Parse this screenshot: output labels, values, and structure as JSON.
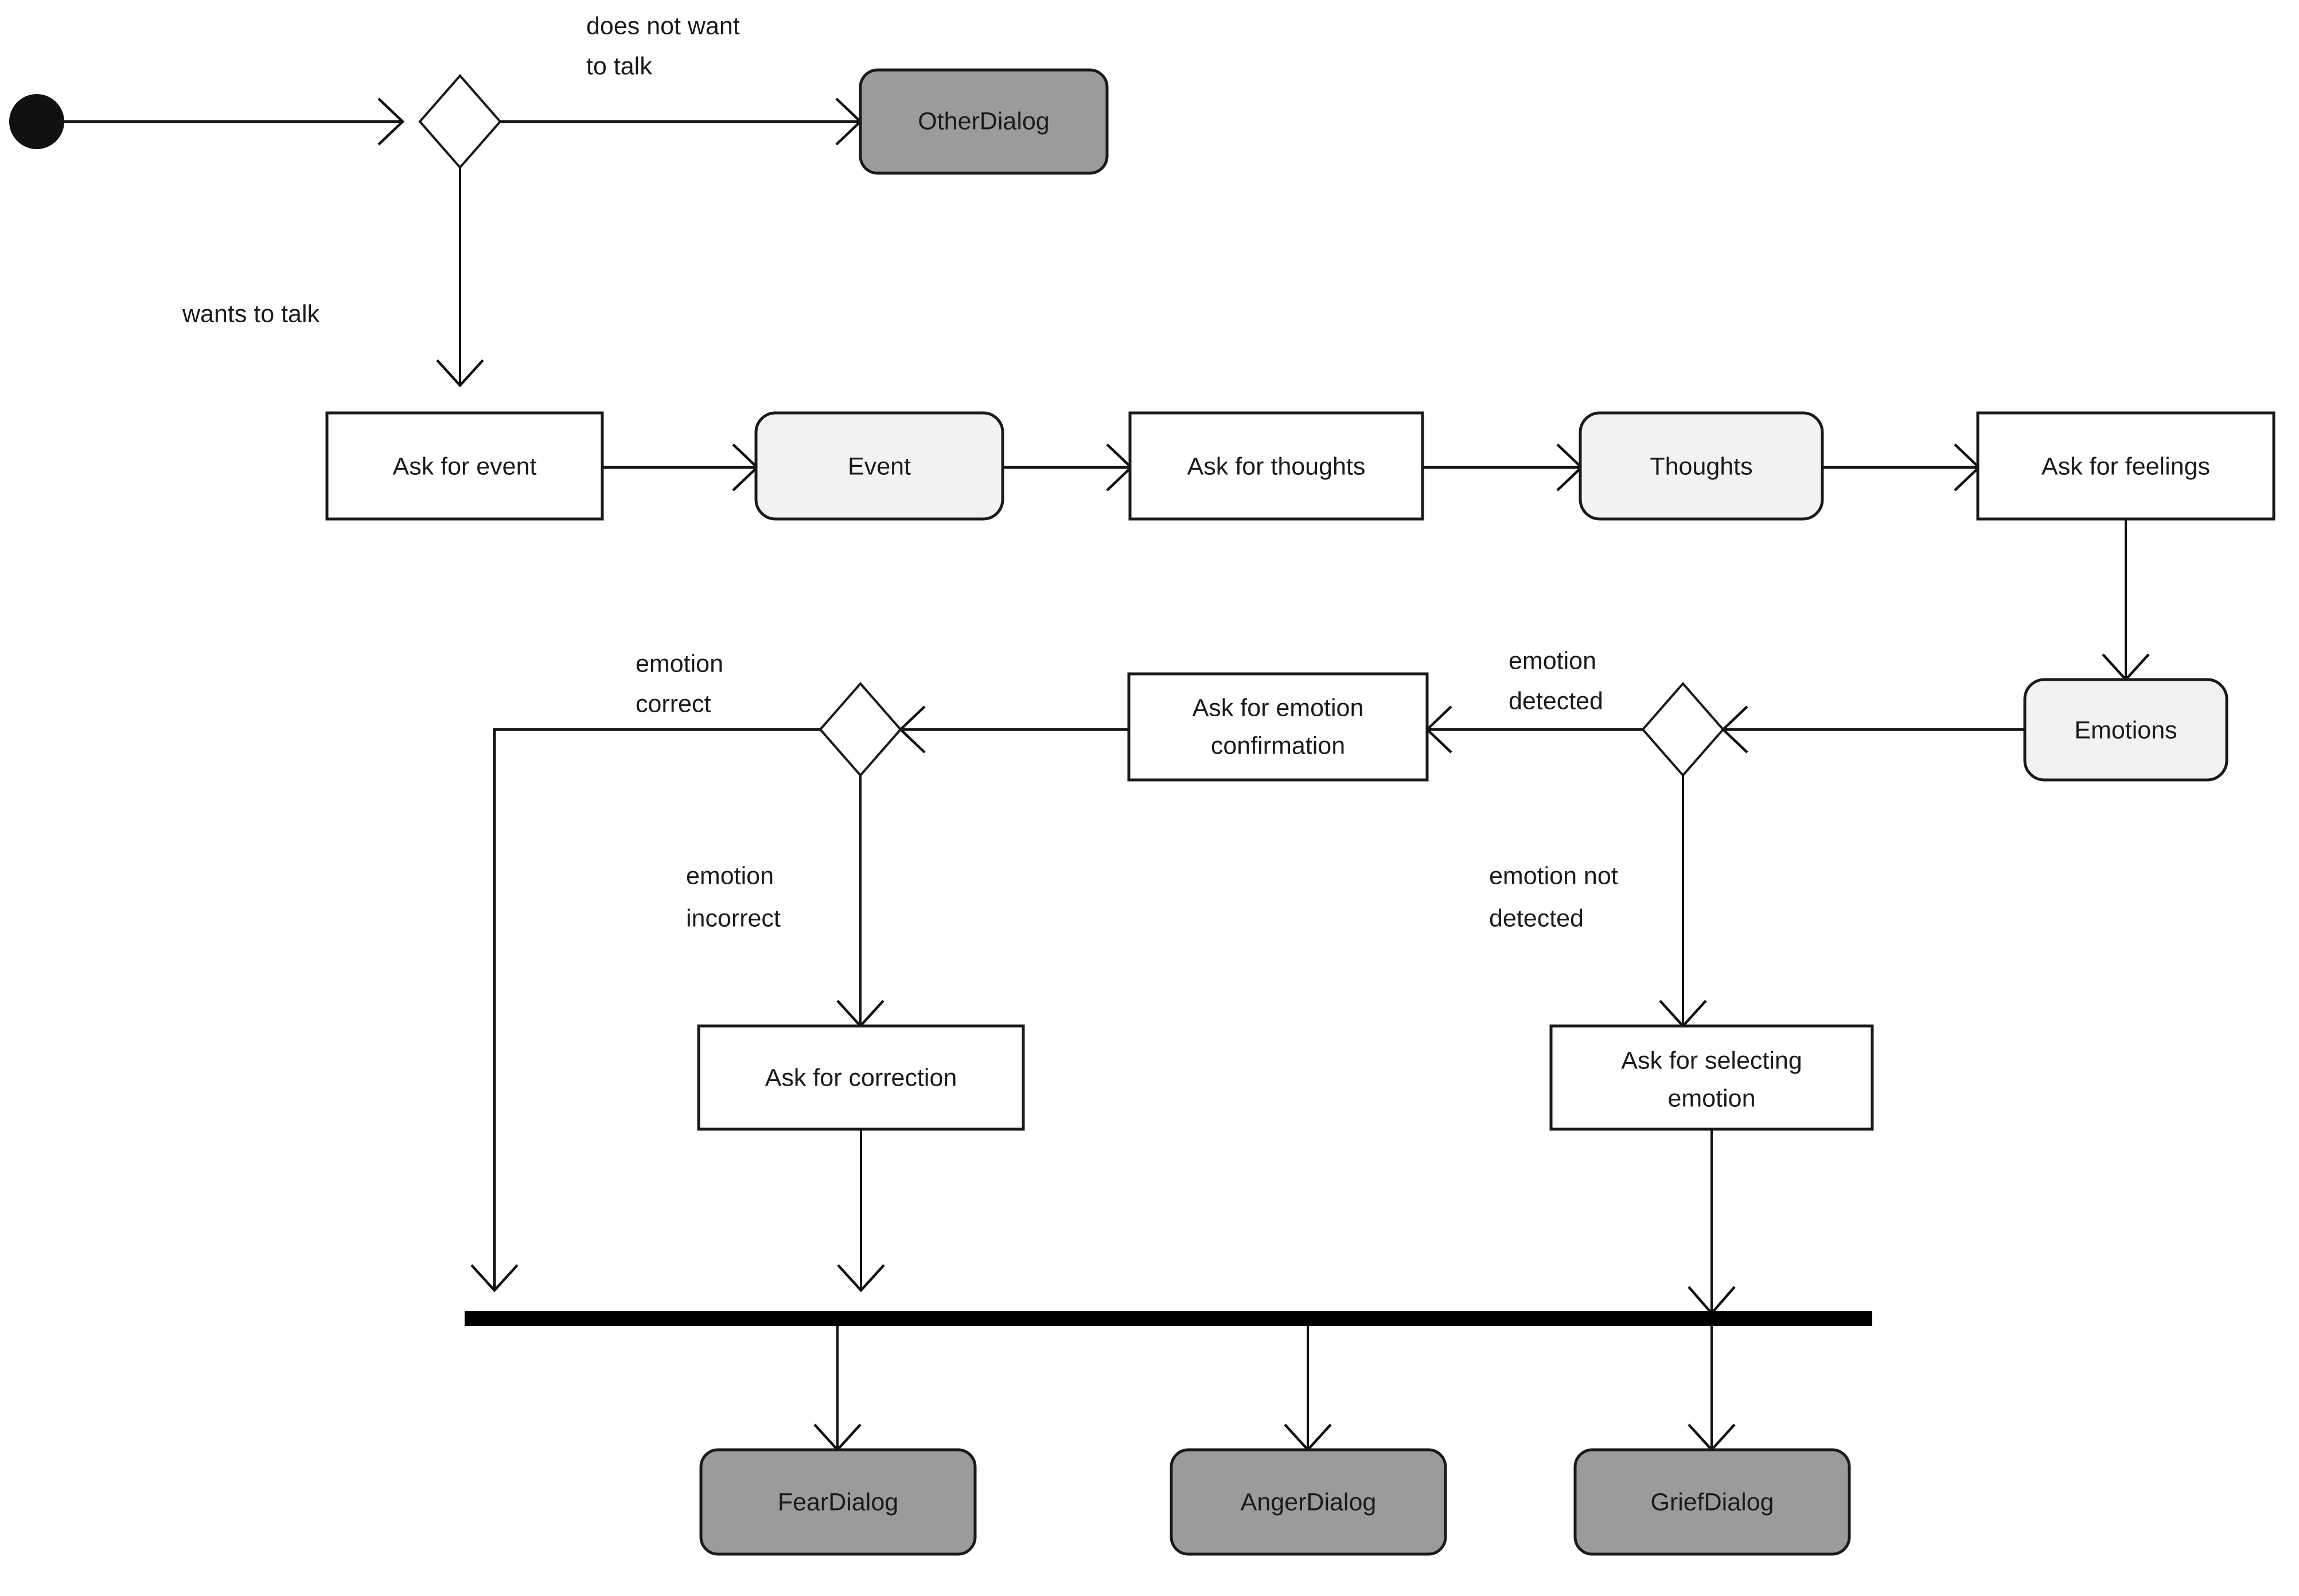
{
  "diagram": {
    "type": "uml-activity-diagram",
    "nodes": {
      "start": {
        "label": "",
        "shape": "initial-node"
      },
      "decision_talk": {
        "label": "",
        "shape": "diamond"
      },
      "other_dialog": {
        "label": "OtherDialog",
        "shape": "rounded-rect",
        "fill": "#9b9b9b"
      },
      "ask_for_event": {
        "label": "Ask for event",
        "shape": "rect",
        "fill": "#ffffff"
      },
      "event": {
        "label": "Event",
        "shape": "rounded-rect",
        "fill": "#f2f2f2"
      },
      "ask_for_thoughts": {
        "label": "Ask for thoughts",
        "shape": "rect",
        "fill": "#ffffff"
      },
      "thoughts": {
        "label": "Thoughts",
        "shape": "rounded-rect",
        "fill": "#f2f2f2"
      },
      "ask_for_feelings": {
        "label": "Ask for feelings",
        "shape": "rect",
        "fill": "#ffffff"
      },
      "emotions": {
        "label": "Emotions",
        "shape": "rounded-rect",
        "fill": "#f2f2f2"
      },
      "decision_detected": {
        "label": "",
        "shape": "diamond"
      },
      "ask_for_emotion_confirmation_line1": {
        "label": "Ask for emotion",
        "shape": "rect"
      },
      "ask_for_emotion_confirmation_line2": {
        "label": "confirmation",
        "shape": "rect"
      },
      "decision_correct": {
        "label": "",
        "shape": "diamond"
      },
      "ask_for_correction": {
        "label": "Ask for correction",
        "shape": "rect",
        "fill": "#ffffff"
      },
      "ask_for_selecting_emotion_line1": {
        "label": "Ask for selecting",
        "shape": "rect"
      },
      "ask_for_selecting_emotion_line2": {
        "label": "emotion",
        "shape": "rect"
      },
      "merge_bar": {
        "label": "",
        "shape": "merge-bar",
        "fill": "#000000"
      },
      "fear_dialog": {
        "label": "FearDialog",
        "shape": "rounded-rect",
        "fill": "#9b9b9b"
      },
      "anger_dialog": {
        "label": "AngerDialog",
        "shape": "rounded-rect",
        "fill": "#9b9b9b"
      },
      "grief_dialog": {
        "label": "GriefDialog",
        "shape": "rounded-rect",
        "fill": "#9b9b9b"
      }
    },
    "edge_labels": {
      "does_not_want_to_talk_line1": "does not want",
      "does_not_want_to_talk_line2": "to talk",
      "wants_to_talk": "wants to talk",
      "emotion_detected_line1": "emotion",
      "emotion_detected_line2": "detected",
      "emotion_not_detected_line1": "emotion not",
      "emotion_not_detected_line2": "detected",
      "emotion_correct_line1": "emotion",
      "emotion_correct_line2": "correct",
      "emotion_incorrect_line1": "emotion",
      "emotion_incorrect_line2": "incorrect"
    },
    "colors": {
      "stroke": "#1a1a1a",
      "dialog_fill": "#9b9b9b",
      "object_fill": "#f2f2f2",
      "action_fill": "#ffffff",
      "background": "#ffffff"
    }
  }
}
